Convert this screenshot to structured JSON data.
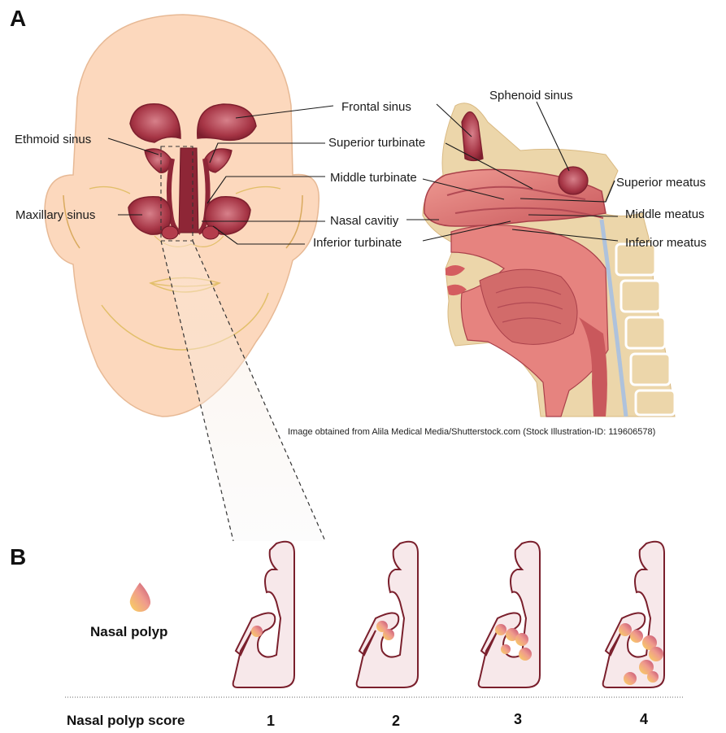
{
  "panel_a": {
    "letter": "A",
    "labels": {
      "frontal_sinus": "Frontal sinus",
      "sphenoid_sinus": "Sphenoid sinus",
      "ethmoid_sinus": "Ethmoid sinus",
      "superior_turbinate": "Superior turbinate",
      "superior_meatus": "Superior meatus",
      "middle_turbinate": "Middle turbinate",
      "maxillary_sinus": "Maxillary sinus",
      "nasal_cavity": "Nasal cavitiy",
      "middle_meatus": "Middle meatus",
      "inferior_meatus": "Inferior meatus",
      "inferior_turbinate": "Inferior turbinate"
    },
    "credit": "Image obtained from Alila Medical Media/Shutterstock.com (Stock Illustration-ID: 119606578)"
  },
  "panel_b": {
    "letter": "B",
    "legend_label": "Nasal polyp",
    "axis_label": "Nasal polyp score",
    "scores": [
      "1",
      "2",
      "3",
      "4"
    ]
  },
  "colors": {
    "skin": "#fcd9bf",
    "sinus": "#9b2d3d",
    "sinus_light": "#d4737f",
    "bone": "#e9d3a8",
    "tissue": "#e48c86",
    "outline": "#7a1f2c",
    "polyp": "#f6c45a"
  }
}
